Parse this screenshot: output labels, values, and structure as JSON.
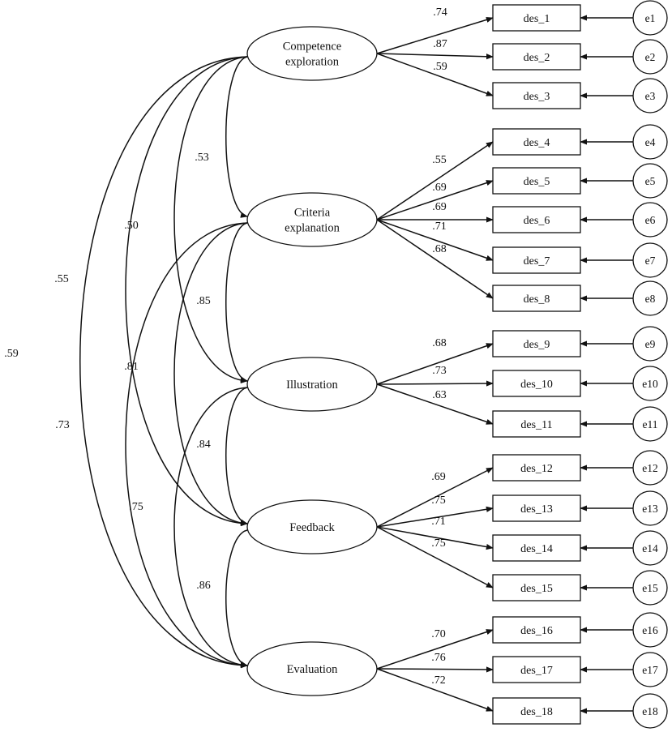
{
  "factors": [
    {
      "id": "F1",
      "lines": [
        "Competence",
        "exploration"
      ]
    },
    {
      "id": "F2",
      "lines": [
        "Criteria",
        "explanation"
      ]
    },
    {
      "id": "F3",
      "lines": [
        "Illustration"
      ]
    },
    {
      "id": "F4",
      "lines": [
        "Feedback"
      ]
    },
    {
      "id": "F5",
      "lines": [
        "Evaluation"
      ]
    }
  ],
  "items": [
    {
      "label": "des_1",
      "error": "e1",
      "factor": "F1",
      "loading": ".74"
    },
    {
      "label": "des_2",
      "error": "e2",
      "factor": "F1",
      "loading": ".87"
    },
    {
      "label": "des_3",
      "error": "e3",
      "factor": "F1",
      "loading": ".59"
    },
    {
      "label": "des_4",
      "error": "e4",
      "factor": "F2",
      "loading": ".55"
    },
    {
      "label": "des_5",
      "error": "e5",
      "factor": "F2",
      "loading": ".69"
    },
    {
      "label": "des_6",
      "error": "e6",
      "factor": "F2",
      "loading": ".69"
    },
    {
      "label": "des_7",
      "error": "e7",
      "factor": "F2",
      "loading": ".71"
    },
    {
      "label": "des_8",
      "error": "e8",
      "factor": "F2",
      "loading": ".68"
    },
    {
      "label": "des_9",
      "error": "e9",
      "factor": "F3",
      "loading": ".68"
    },
    {
      "label": "des_10",
      "error": "e10",
      "factor": "F3",
      "loading": ".73"
    },
    {
      "label": "des_11",
      "error": "e11",
      "factor": "F3",
      "loading": ".63"
    },
    {
      "label": "des_12",
      "error": "e12",
      "factor": "F4",
      "loading": ".69"
    },
    {
      "label": "des_13",
      "error": "e13",
      "factor": "F4",
      "loading": ".75"
    },
    {
      "label": "des_14",
      "error": "e14",
      "factor": "F4",
      "loading": ".71"
    },
    {
      "label": "des_15",
      "error": "e15",
      "factor": "F4",
      "loading": ".75"
    },
    {
      "label": "des_16",
      "error": "e16",
      "factor": "F5",
      "loading": ".70"
    },
    {
      "label": "des_17",
      "error": "e17",
      "factor": "F5",
      "loading": ".76"
    },
    {
      "label": "des_18",
      "error": "e18",
      "factor": "F5",
      "loading": ".72"
    }
  ],
  "correlations": [
    {
      "from": "F1",
      "to": "F2",
      "value": ".53"
    },
    {
      "from": "F1",
      "to": "F3",
      "value": ".50"
    },
    {
      "from": "F1",
      "to": "F4",
      "value": ".55"
    },
    {
      "from": "F1",
      "to": "F5",
      "value": ".59"
    },
    {
      "from": "F2",
      "to": "F3",
      "value": ".85"
    },
    {
      "from": "F2",
      "to": "F4",
      "value": ".81"
    },
    {
      "from": "F2",
      "to": "F5",
      "value": ".73"
    },
    {
      "from": "F3",
      "to": "F4",
      "value": ".84"
    },
    {
      "from": "F3",
      "to": "F5",
      "value": ".75"
    },
    {
      "from": "F4",
      "to": "F5",
      "value": ".86"
    }
  ]
}
